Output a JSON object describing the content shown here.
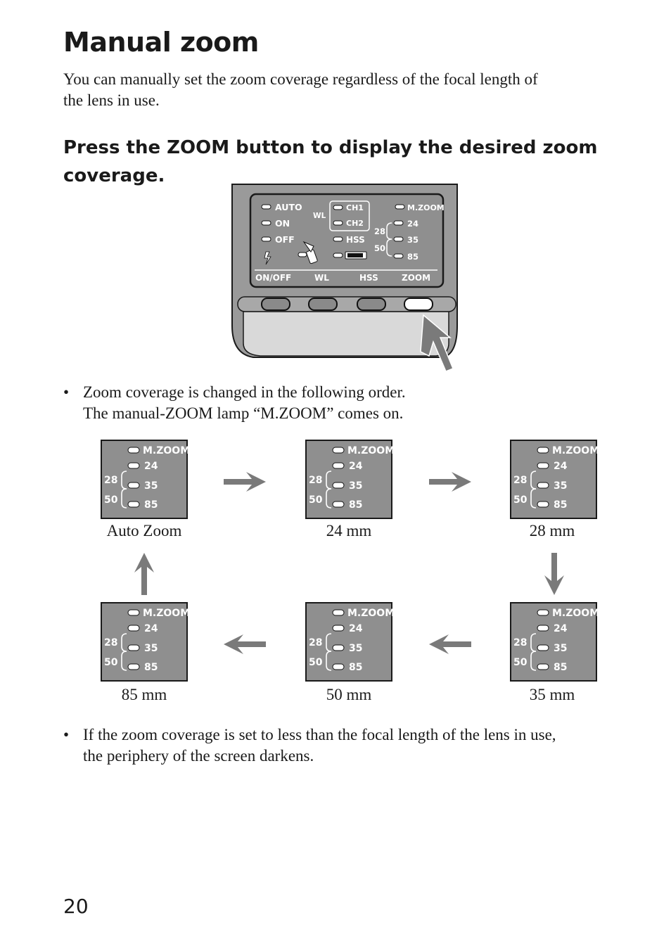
{
  "title": "Manual zoom",
  "intro_line1": "You can manually set the zoom coverage regardless of the focal length of",
  "intro_line2": "the lens in use.",
  "step_heading_line1": "Press the ZOOM button to display the desired zoom",
  "step_heading_line2": "coverage.",
  "flash_panel": {
    "lamps_left": [
      "AUTO",
      "ON",
      "OFF"
    ],
    "wl_label": "WL",
    "ch_labels": [
      "CH1",
      "CH2"
    ],
    "hss_label": "HSS",
    "mzoom_label": "M.ZOOM",
    "bracket_labels": [
      "28",
      "50"
    ],
    "zoom_values": [
      "24",
      "35",
      "85"
    ],
    "buttons": [
      "ON/OFF",
      "WL",
      "HSS",
      "ZOOM"
    ]
  },
  "bullet1_line1": "Zoom coverage is changed in the following order.",
  "bullet1_line2": "The manual-ZOOM lamp “M.ZOOM” comes on.",
  "bullet_symbol": "•",
  "sequence": [
    {
      "caption": "Auto Zoom"
    },
    {
      "caption": "24 mm"
    },
    {
      "caption": "28 mm"
    },
    {
      "caption": "35 mm"
    },
    {
      "caption": "50 mm"
    },
    {
      "caption": "85 mm"
    }
  ],
  "display_mzoom": "M.ZOOM",
  "display_bracket": [
    "28",
    "50"
  ],
  "display_values": [
    "24",
    "35",
    "85"
  ],
  "bullet2_line1": "If the zoom coverage is set to less than the focal length of the lens in use,",
  "bullet2_line2": "the periphery of the screen darkens.",
  "page_number": "20",
  "colors": {
    "panel_gray": "#8f8f8f",
    "body_gray": "#9a9a9a",
    "arrow_gray": "#7a7a7a"
  }
}
